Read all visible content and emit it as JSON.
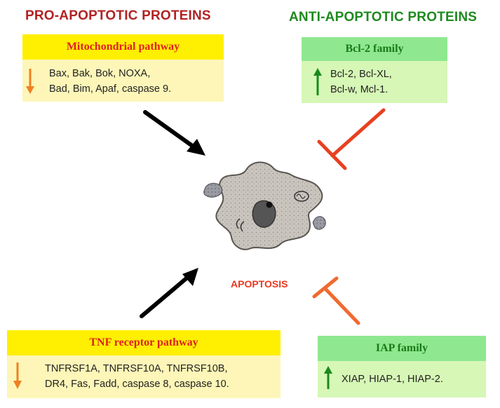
{
  "headings": {
    "pro": "PRO-APOPTOTIC PROTEINS",
    "anti": "ANTI-APOPTOTIC PROTEINS"
  },
  "boxes": {
    "mito": {
      "title": "Mitochondrial pathway",
      "lines": [
        "Bax, Bak, Bok, NOXA,",
        "Bad, Bim, Apaf, caspase 9."
      ],
      "arrow_direction": "down"
    },
    "bcl2": {
      "title": "Bcl-2 family",
      "lines": [
        "Bcl-2, Bcl-XL,",
        "Bcl-w, Mcl-1."
      ],
      "arrow_direction": "up"
    },
    "tnf": {
      "title": "TNF receptor pathway",
      "lines": [
        "TNFRSF1A, TNFRSF10A, TNFRSF10B,",
        "DR4, Fas, Fadd, caspase 8, caspase 10."
      ],
      "arrow_direction": "down"
    },
    "iap": {
      "title": "IAP family",
      "lines": [
        "XIAP, HIAP-1, HIAP-2."
      ],
      "arrow_direction": "up"
    }
  },
  "center": {
    "label": "APOPTOSIS"
  },
  "colors": {
    "pro_heading": "#b22222",
    "anti_heading": "#1e8a1e",
    "yellow_title_bg": "#ffef00",
    "yellow_body_bg": "#fdf6b8",
    "pro_title_text": "#e02020",
    "green_title_bg": "#8fe88f",
    "green_body_bg": "#d6f7b6",
    "anti_title_text": "#1a7a1a",
    "down_arrow": "#f08020",
    "up_arrow": "#1a8a1a",
    "activation_arrow": "#000000",
    "inhibition_line": "#e84020",
    "inhibition_line_light": "#f06a30",
    "apoptosis_label": "#e83820"
  },
  "icons": {
    "down_arrow": "orange-down-arrow-icon",
    "up_arrow": "green-up-arrow-icon",
    "cell": "apoptotic-cell-illustration"
  }
}
